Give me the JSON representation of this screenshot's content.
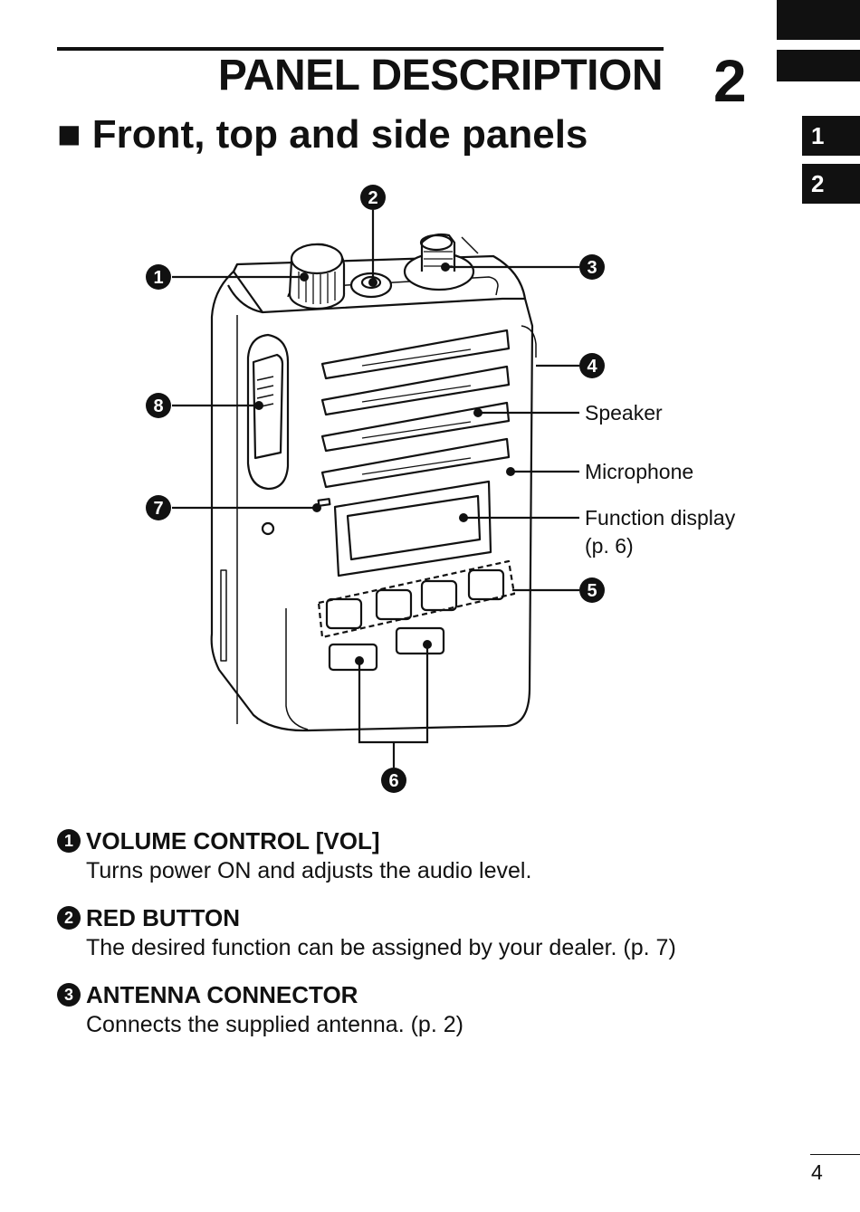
{
  "header": {
    "chapter_title": "PANEL DESCRIPTION",
    "chapter_number": "2",
    "section_title": "■ Front, top and side panels"
  },
  "side_tabs": [
    "1",
    "2"
  ],
  "figure": {
    "callouts": [
      "❶",
      "❷",
      "❸",
      "❹",
      "❺",
      "❻",
      "❼",
      "❽"
    ],
    "labels": {
      "speaker": "Speaker",
      "microphone": "Microphone",
      "function_display": "Function display",
      "function_display_ref": "(p. 6)"
    }
  },
  "descriptions": [
    {
      "number": "1",
      "title": "VOLUME CONTROL [VOL]",
      "text": "Turns power ON and adjusts the audio level."
    },
    {
      "number": "2",
      "title": "RED BUTTON",
      "text": "The desired function can be assigned by your dealer. (p. 7)"
    },
    {
      "number": "3",
      "title": "ANTENNA CONNECTOR",
      "text": "Connects the supplied antenna. (p. 2)"
    }
  ],
  "page_number": "4"
}
